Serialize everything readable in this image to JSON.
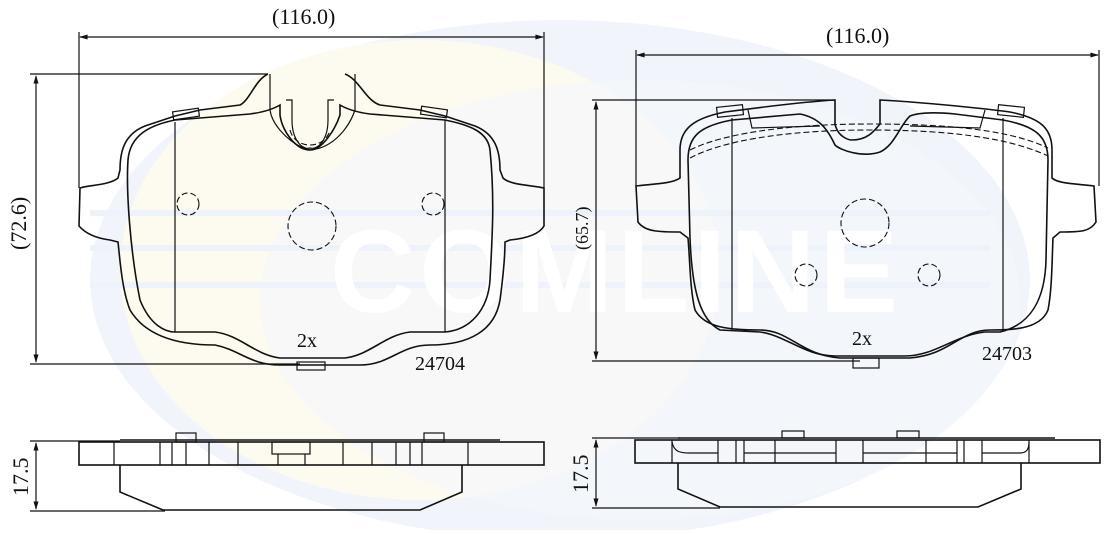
{
  "watermark": {
    "brand": "COMLINE",
    "colors": {
      "swoosh_blue": "#eef3fa",
      "swoosh_yellow": "#fdfbee",
      "text": "#ffffff"
    }
  },
  "drawings": [
    {
      "part_number": "24704",
      "quantity": "2x",
      "width_dim": "(116.0)",
      "height_dim": "(72.6)",
      "thickness_dim": "17.5"
    },
    {
      "part_number": "24703",
      "quantity": "2x",
      "width_dim": "(116.0)",
      "height_dim": "(65.7)",
      "thickness_dim": "17.5"
    }
  ],
  "colors": {
    "line": "#111111",
    "background": "#ffffff"
  }
}
